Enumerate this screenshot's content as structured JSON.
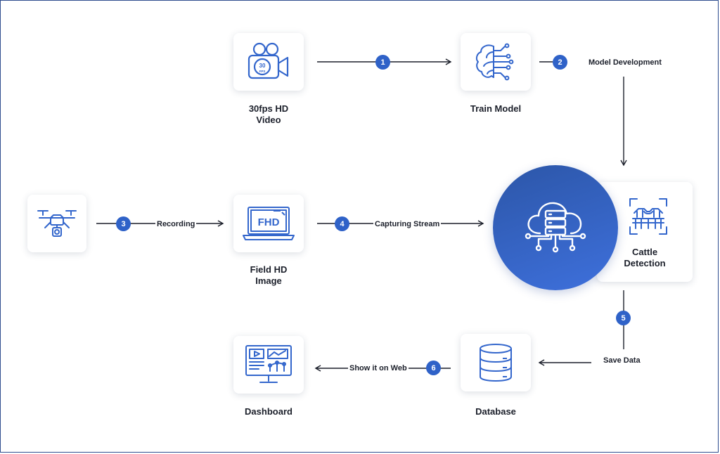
{
  "nodes": {
    "video": {
      "line1": "30fps HD",
      "line2": "Video",
      "icon": "video-camera-icon",
      "badge_text": "30",
      "badge_sub": "FPS"
    },
    "train": {
      "line1": "Train Model",
      "icon": "brain-circuit-icon"
    },
    "drone": {
      "icon": "drone-icon"
    },
    "field": {
      "line1": "Field HD",
      "line2": "Image",
      "icon": "laptop-fhd-icon",
      "screen_text": "FHD"
    },
    "cloud": {
      "icon": "cloud-server-icon"
    },
    "cattle": {
      "line1": "Cattle",
      "line2": "Detection",
      "icon": "cattle-scan-icon"
    },
    "database": {
      "line1": "Database",
      "icon": "database-icon"
    },
    "dashboard": {
      "line1": "Dashboard",
      "icon": "dashboard-monitor-icon"
    }
  },
  "steps": [
    {
      "number": "1",
      "label": ""
    },
    {
      "number": "2",
      "label": "Model Development"
    },
    {
      "number": "3",
      "label": "Recording"
    },
    {
      "number": "4",
      "label": "Capturing Stream"
    },
    {
      "number": "5",
      "label": "Save Data"
    },
    {
      "number": "6",
      "label": "Show it on Web"
    }
  ],
  "colors": {
    "accent": "#2f62c8",
    "icon_blue": "#3366cc",
    "hub_start": "#2c56a8",
    "hub_end": "#3e70dc",
    "line": "#1b1f2a",
    "border": "#2f4d8f"
  }
}
